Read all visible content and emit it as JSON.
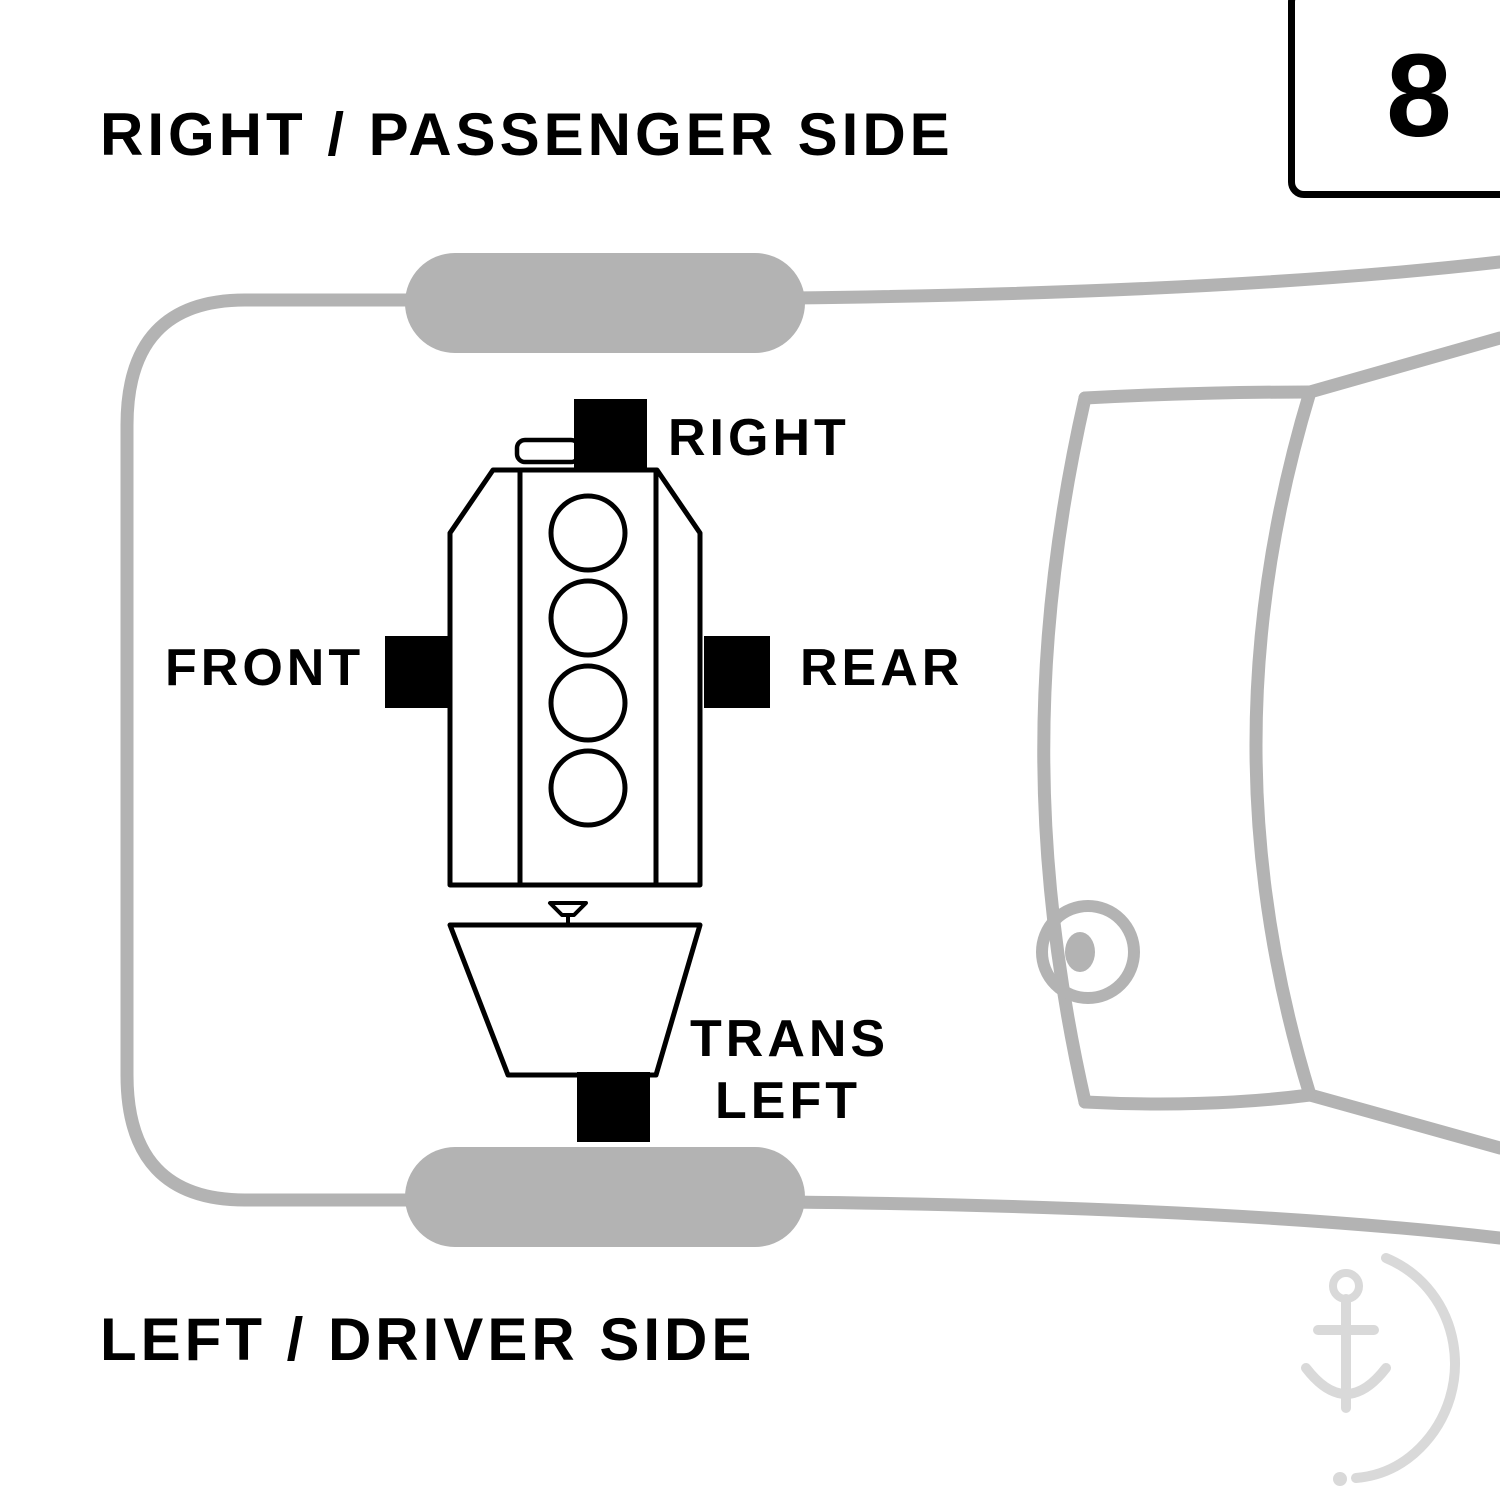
{
  "labels": {
    "top_side": "RIGHT / PASSENGER SIDE",
    "bottom_side": "LEFT / DRIVER SIDE",
    "page_number": "8"
  },
  "mounts": {
    "right": "RIGHT",
    "front": "FRONT",
    "rear": "REAR",
    "trans_left_line1": "TRANS",
    "trans_left_line2": "LEFT"
  },
  "colors": {
    "text_black": "#000000",
    "mount_black": "#000000",
    "car_gray": "#b3b3b3",
    "watermark_gray": "#d9d9d9"
  }
}
